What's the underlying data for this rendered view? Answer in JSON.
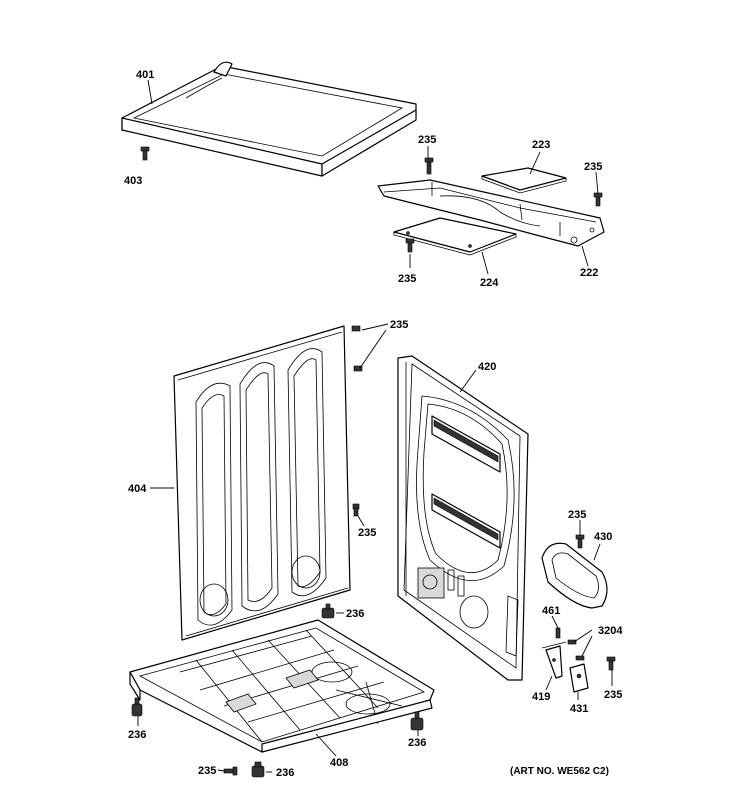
{
  "parts": {
    "p401": "401",
    "p403": "403",
    "p235_top_left": "235",
    "p223": "223",
    "p235_top_right": "235",
    "p235_bottom_224": "235",
    "p224": "224",
    "p222": "222",
    "p235_screws_top": "235",
    "p420": "420",
    "p404": "404",
    "p235_screw_mid": "235",
    "p235_430": "235",
    "p430": "430",
    "p236_center": "236",
    "p461": "461",
    "p3204": "3204",
    "p419": "419",
    "p431": "431",
    "p235_431": "235",
    "p236_left": "236",
    "p236_right": "236",
    "p408": "408",
    "p235_bottom": "235",
    "p236_bottom": "236"
  },
  "art_number": "(ART NO. WE562 C2)"
}
